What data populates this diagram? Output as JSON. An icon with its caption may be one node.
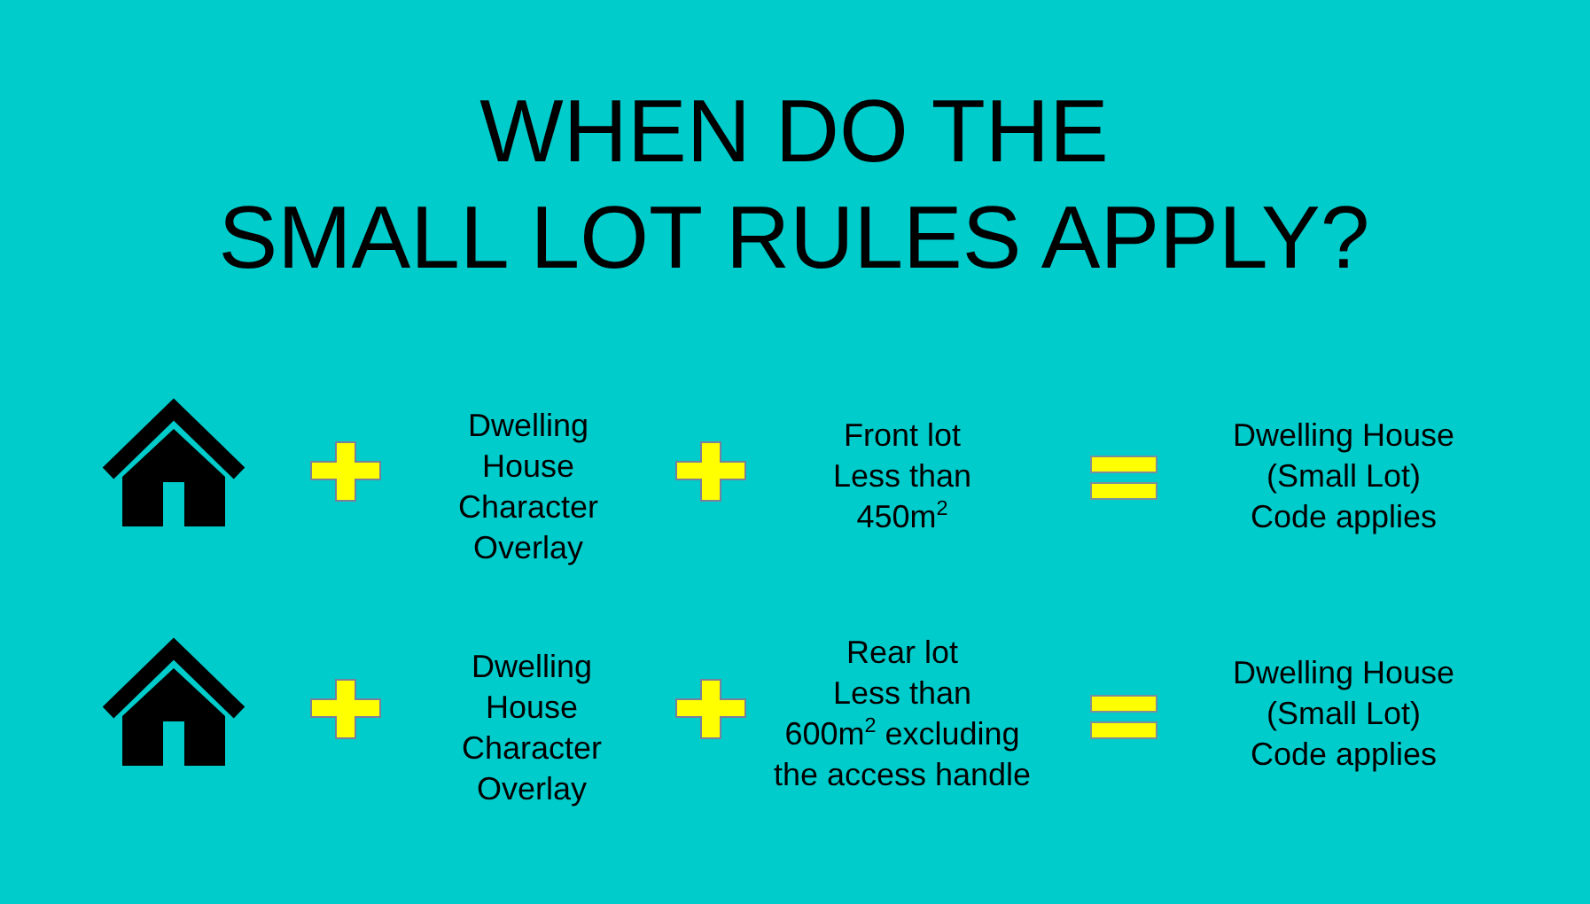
{
  "diagram": {
    "title": "WHEN DO THE SMALL LOT RULES APPLY?",
    "labels": [
      "Dwelling House Character Overlay",
      "Front lot Less than 450m$^{2}$",
      "Dwelling House (Small Lot) Code applies",
      "Dwelling House Character Overlay",
      "Rear lot Less than 600m$^{2}$ excluding the access handle",
      "Dwelling House (Small Lot) Code applies"
    ]
  }
}
